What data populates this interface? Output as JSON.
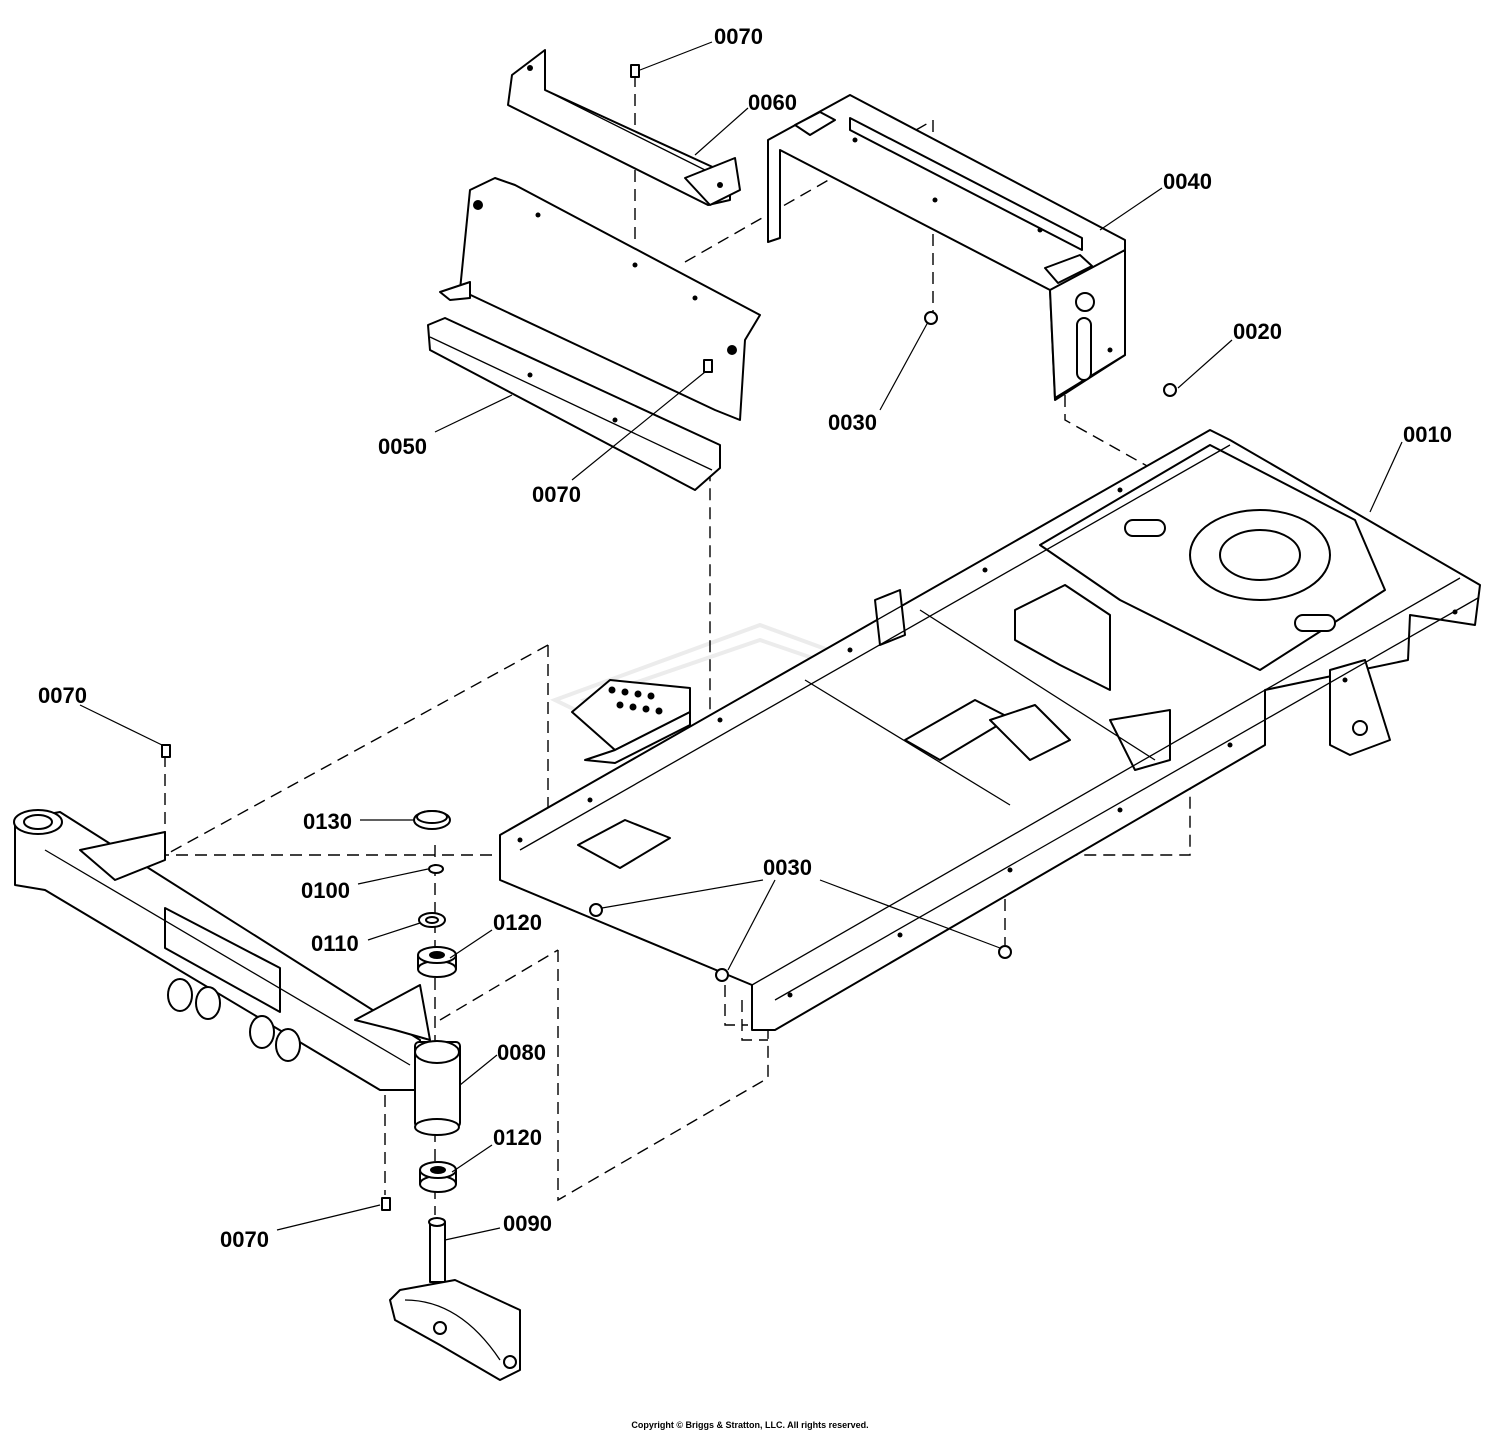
{
  "labels": {
    "p0010": "0010",
    "p0020": "0020",
    "p0030": "0030",
    "p0040": "0040",
    "p0050": "0050",
    "p0060": "0060",
    "p0070": "0070",
    "p0080": "0080",
    "p0090": "0090",
    "p0100": "0100",
    "p0110": "0110",
    "p0120": "0120",
    "p0130": "0130"
  },
  "footer": {
    "copyright": "Copyright © Briggs & Stratton, LLC. All rights reserved."
  }
}
